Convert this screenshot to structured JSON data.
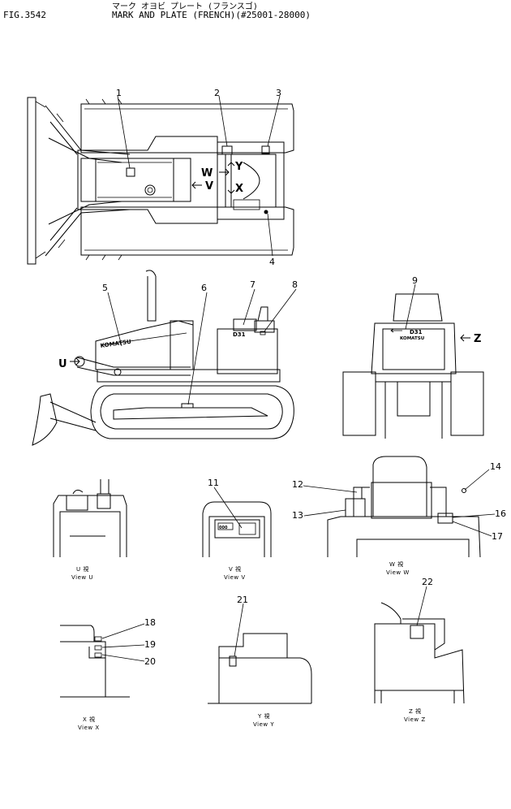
{
  "header": {
    "fig_number": "FIG.3542",
    "title_jp": "マーク オヨビ プレート (フランスゴ)",
    "title_en": "MARK AND PLATE (FRENCH)(#25001-28000)"
  },
  "callouts": [
    "1",
    "2",
    "3",
    "4",
    "5",
    "6",
    "7",
    "8",
    "9",
    "11",
    "12",
    "13",
    "14",
    "16",
    "17",
    "18",
    "19",
    "20",
    "21",
    "22"
  ],
  "direction_markers": {
    "w": "W",
    "v": "V",
    "y": "Y",
    "x": "X",
    "u": "U",
    "z": "Z"
  },
  "machine_text": {
    "model": "D31",
    "brand": "KOMATSU"
  },
  "views": {
    "u": {
      "jp": "U 視",
      "en": "View U"
    },
    "v": {
      "jp": "V 視",
      "en": "View V"
    },
    "w": {
      "jp": "W 視",
      "en": "View W"
    },
    "x": {
      "jp": "X 視",
      "en": "View X"
    },
    "y": {
      "jp": "Y 視",
      "en": "View Y"
    },
    "z": {
      "jp": "Z 視",
      "en": "View Z"
    }
  }
}
